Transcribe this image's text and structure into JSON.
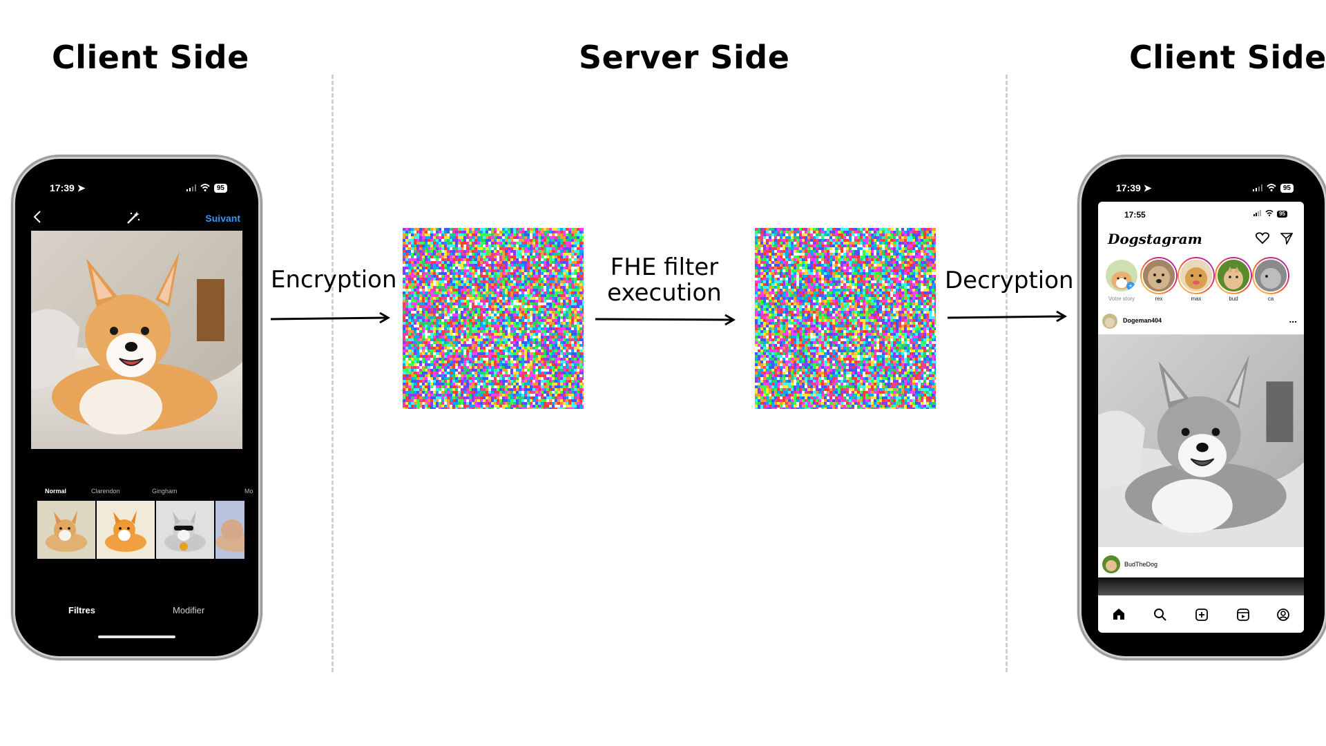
{
  "sections": {
    "left_title": "Client Side",
    "middle_title": "Server Side",
    "right_title": "Client Side"
  },
  "steps": {
    "encryption": "Encryption",
    "fhe_line1": "FHE filter",
    "fhe_line2": "execution",
    "decryption": "Decryption"
  },
  "phone_left": {
    "status_time": "17:39",
    "battery": "95",
    "next_label": "Suivant",
    "filters": [
      "Normal",
      "Clarendon",
      "Gingham",
      "Mo"
    ],
    "tab_filters": "Filtres",
    "tab_edit": "Modifier"
  },
  "phone_right": {
    "status_time": "17:39",
    "battery": "95",
    "inner_time": "17:55",
    "inner_battery": "95",
    "app_name": "Dogstagram",
    "stories": [
      {
        "name": "Votre story"
      },
      {
        "name": "rex"
      },
      {
        "name": "max"
      },
      {
        "name": "bud"
      },
      {
        "name": "ca"
      }
    ],
    "post_user": "Dogeman404",
    "post_more": "...",
    "post2_user": "BudTheDog"
  },
  "colors": {
    "accent_blue": "#3897f0",
    "divider": "#d0d0d0",
    "phone_body": "#000000"
  },
  "icons": [
    "back-chevron-icon",
    "magic-wand-icon",
    "heart-icon",
    "send-icon",
    "home-icon",
    "search-icon",
    "add-icon",
    "reels-icon",
    "profile-icon"
  ]
}
